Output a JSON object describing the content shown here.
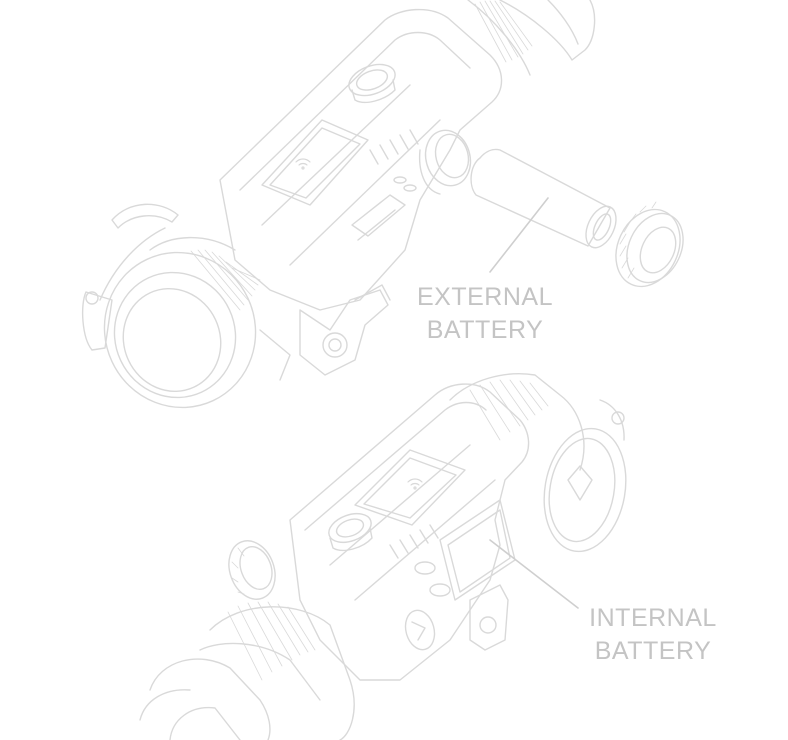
{
  "callouts": {
    "external_battery": {
      "line1": "EXTERNAL",
      "line2": "BATTERY"
    },
    "internal_battery": {
      "line1": "INTERNAL",
      "line2": "BATTERY"
    }
  },
  "colors": {
    "line_art": "#d9d9d9",
    "label_text": "#c4c4c4",
    "background": "#ffffff"
  }
}
